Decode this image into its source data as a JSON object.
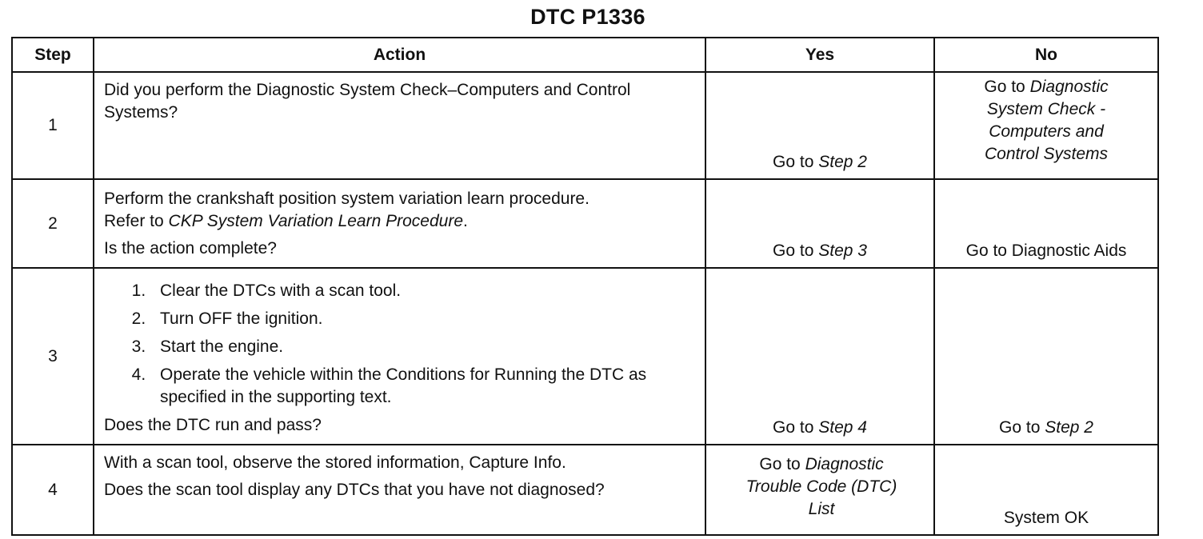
{
  "title": "DTC P1336",
  "headers": {
    "step": "Step",
    "action": "Action",
    "yes": "Yes",
    "no": "No"
  },
  "rows": [
    {
      "step": "1",
      "action": [
        "Did you perform the Diagnostic System Check–Computers and Control Systems?"
      ],
      "yes_prefix": "Go to",
      "yes_ref": "Step 2",
      "no_prefix": "Go to",
      "no_ref": "Diagnostic System Check - Computers and Control Systems"
    },
    {
      "step": "2",
      "action_line1": "Perform the crankshaft position system variation learn procedure.",
      "action_line2_prefix": "Refer to",
      "action_line2_ref": "CKP System Variation Learn Procedure",
      "action_line2_suffix": ".",
      "action_question": "Is the action complete?",
      "yes_prefix": "Go to",
      "yes_ref": "Step 3",
      "no_text": "Go to Diagnostic Aids"
    },
    {
      "step": "3",
      "steps": [
        "Clear the DTCs with a scan tool.",
        "Turn OFF the ignition.",
        "Start the engine.",
        "Operate the vehicle within the Conditions for Running the DTC as specified in the supporting text."
      ],
      "action_question": "Does the DTC run and pass?",
      "yes_prefix": "Go to",
      "yes_ref": "Step 4",
      "no_prefix": "Go to",
      "no_ref": "Step 2"
    },
    {
      "step": "4",
      "action_line1": "With a scan tool, observe the stored information, Capture Info.",
      "action_question": "Does the scan tool display any DTCs that you have not diagnosed?",
      "yes_prefix": "Go to",
      "yes_ref": "Diagnostic Trouble Code (DTC) List",
      "no_text": "System OK"
    }
  ]
}
